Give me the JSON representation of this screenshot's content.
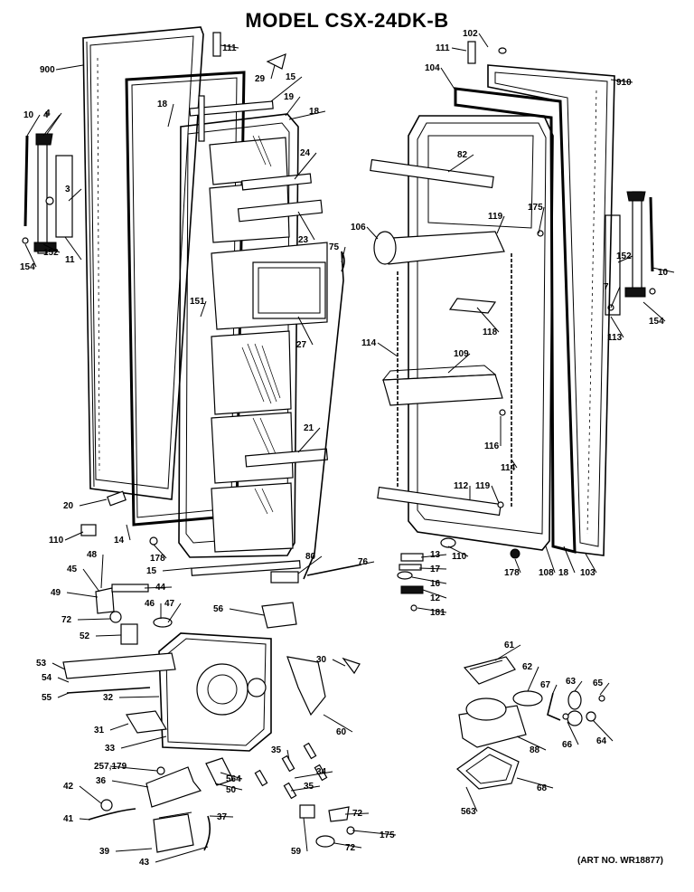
{
  "title": "MODEL CSX-24DK-B",
  "art_number": "(ART NO. WR18877)",
  "labels": [
    "900",
    "10",
    "4",
    "3",
    "11",
    "152",
    "154",
    "18",
    "15",
    "19",
    "18",
    "111",
    "29",
    "24",
    "23",
    "151",
    "27",
    "21",
    "14",
    "20",
    "110",
    "178",
    "15",
    "80",
    "75",
    "48",
    "45",
    "44",
    "49",
    "72",
    "52",
    "46",
    "47",
    "56",
    "53",
    "54",
    "55",
    "32",
    "31",
    "33",
    "30",
    "60",
    "257,179",
    "36",
    "42",
    "41",
    "39",
    "43",
    "37",
    "50",
    "564",
    "35",
    "34",
    "35",
    "59",
    "72",
    "175",
    "72",
    "102",
    "111",
    "104",
    "910",
    "82",
    "106",
    "119",
    "175",
    "118",
    "152",
    "10",
    "7",
    "154",
    "113",
    "114",
    "109",
    "116",
    "114",
    "112",
    "119",
    "108",
    "18",
    "103",
    "178",
    "110",
    "13",
    "17",
    "16",
    "12",
    "181",
    "76",
    "61",
    "62",
    "67",
    "63",
    "65",
    "88",
    "66",
    "64",
    "68",
    "563",
    "4"
  ]
}
